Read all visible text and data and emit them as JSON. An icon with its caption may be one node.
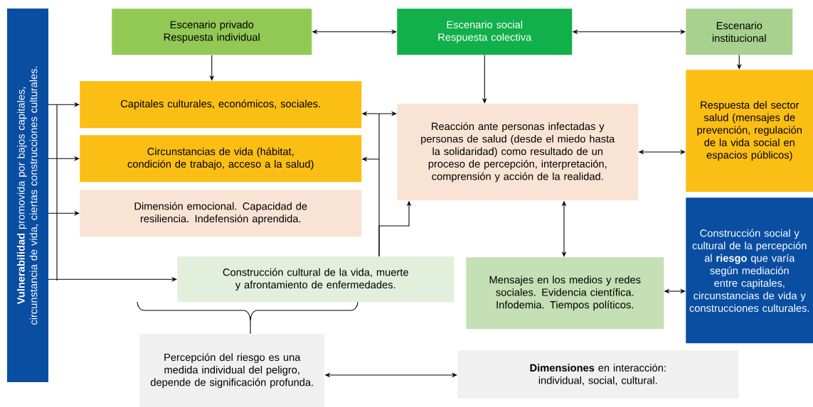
{
  "diagram": {
    "nodes": [
      {
        "text": [
          "**Vulnerabilidad** promovida por bajos capitales, circunstancia de vida, ciertas construcciones culturales."
        ]
      },
      {
        "text": [
          "Escenario privado",
          "Respuesta individual"
        ]
      },
      {
        "text": [
          "Escenario social",
          "Respuesta colectiva"
        ]
      },
      {
        "text": [
          "Escenario institucional"
        ]
      },
      {
        "text": [
          "Capitales culturales, económicos, sociales."
        ]
      },
      {
        "text": [
          "Circunstancias de vida (hábitat, condición de trabajo, acceso a la salud)"
        ]
      },
      {
        "text": [
          "Dimensión emocional. Capacidad de resiliencia. Indefensión aprendida."
        ]
      },
      {
        "text": [
          "Reacción ante personas infectadas y personas de salud (desde el miedo hasta la solidaridad) como resultado de un proceso de percepción, interpretación, comprensión y acción de la realidad."
        ]
      },
      {
        "text": [
          "Respuesta del sector salud (mensajes de prevención, regulación de la vida social en espacios públicos)"
        ]
      },
      {
        "text": [
          "Construcción cultural de la vida, muerte y afrontamiento de enfermedades."
        ]
      },
      {
        "text": [
          "Mensajes en los medios y redes sociales. Evidencia científica. Infodemia. Tiempos políticos."
        ]
      },
      {
        "text": [
          "Construcción social y cultural de la percepción al **riesgo** que varía según mediación entre capitales, circunstancias de vida y construcciones culturales."
        ]
      },
      {
        "text": [
          "Percepción del riesgo es una medida individual del peligro, depende de significación profunda."
        ]
      },
      {
        "text": [
          "**Dimensiones** en interacción: individual, social, cultural."
        ]
      }
    ],
    "edges": [
      {
        "from": 1,
        "to": 2,
        "arrow": "both"
      },
      {
        "from": 2,
        "to": 3,
        "arrow": "both"
      },
      {
        "from": 1,
        "to": 4,
        "arrow": "to"
      },
      {
        "from": 2,
        "to": 7,
        "arrow": "to"
      },
      {
        "from": 3,
        "to": 8,
        "arrow": "to"
      },
      {
        "from": 0,
        "to": 4,
        "arrow": "to"
      },
      {
        "from": 0,
        "to": 5,
        "arrow": "to"
      },
      {
        "from": 0,
        "to": 6,
        "arrow": "to"
      },
      {
        "from": 0,
        "to": 9,
        "arrow": "to"
      },
      {
        "from": 4,
        "to": 7,
        "arrow": "both"
      },
      {
        "from": 9,
        "to": 5,
        "arrow": "to"
      },
      {
        "from": 9,
        "to": 7,
        "arrow": "to"
      },
      {
        "from": 7,
        "to": 8,
        "arrow": "both"
      },
      {
        "from": 7,
        "to": 10,
        "arrow": "both"
      },
      {
        "from": 10,
        "to": 11,
        "arrow": "both"
      },
      {
        "from": 12,
        "to": 13,
        "arrow": "both"
      }
    ]
  }
}
